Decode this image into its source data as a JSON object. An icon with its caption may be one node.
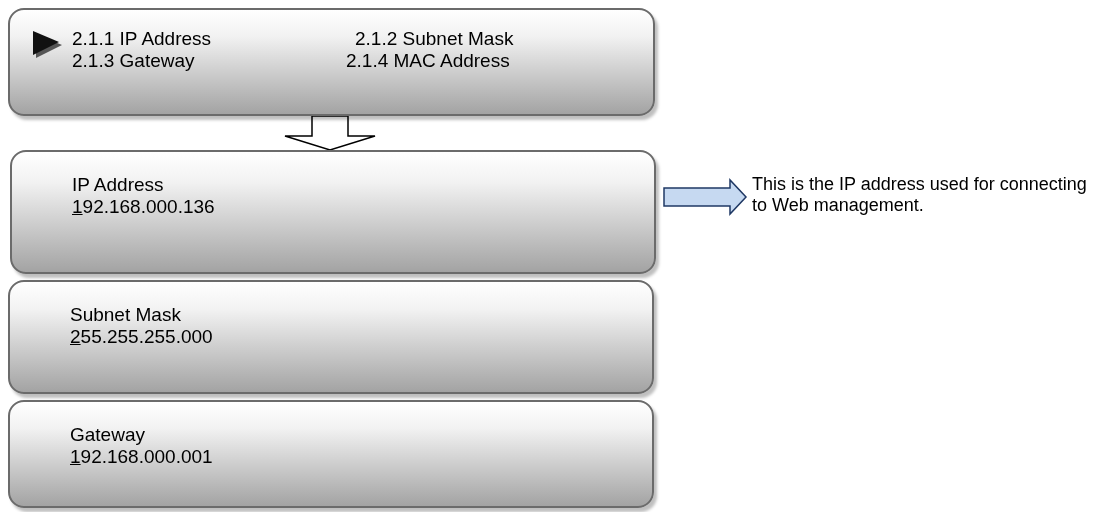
{
  "diagram": {
    "nodes": [
      {
        "text": [
          "2.1.1 IP Address",
          "2.1.2 Subnet Mask",
          "2.1.3 Gateway",
          "2.1.4 MAC Address"
        ]
      },
      {
        "text": [
          "IP Address",
          "192.168.000.136"
        ]
      },
      {
        "text": [
          "Subnet Mask",
          "255.255.255.000"
        ]
      },
      {
        "text": [
          "Gateway",
          "192.168.000.001"
        ]
      },
      {
        "text": [
          "This is the IP address used for connecting to Web management."
        ]
      }
    ],
    "edges": [
      {
        "from": 0,
        "to": 1,
        "arrow": "to"
      },
      {
        "from": 1,
        "to": 4,
        "arrow": "to",
        "color": "#c6d9f1"
      }
    ]
  }
}
